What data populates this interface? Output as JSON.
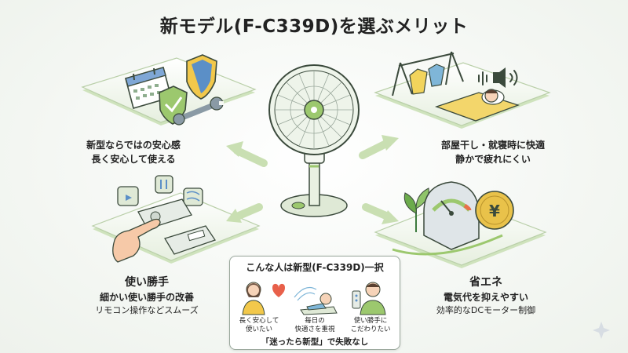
{
  "title": "新モデル(F-C339D)を選ぶメリット",
  "benefits": {
    "top_left": {
      "line1": "新型ならではの安心感",
      "line2": "長く安心して使える"
    },
    "top_right": {
      "line1": "部屋干し・就寝時に快適",
      "line2": "静かで疲れにくい"
    },
    "bottom_left": {
      "heading": "使い勝手",
      "line1": "細かい使い勝手の改善",
      "line2": "リモコン操作などスムーズ"
    },
    "bottom_right": {
      "heading": "省エネ",
      "line1": "電気代を抑えやすい",
      "line2": "効率的なDCモーター制御"
    }
  },
  "panel": {
    "title": "こんな人は新型(F-C339D)一択",
    "people": [
      {
        "line1": "長く安心して",
        "line2": "使いたい"
      },
      {
        "line1": "毎日の",
        "line2": "快適さを重視"
      },
      {
        "line1": "使い勝手に",
        "line2": "こだわりたい"
      }
    ],
    "footer": "「迷ったら新型」で失敗なし"
  },
  "icons": {
    "calendar": "calendar-icon",
    "shield": "shield-check-icon",
    "wrench": "wrench-icon",
    "fan": "electric-fan-icon",
    "laundry": "laundry-rack-icon",
    "sleeper": "sleeping-person-icon",
    "sound": "sound-wave-icon",
    "remote": "remote-control-icon",
    "plant": "plant-icon",
    "gauge": "meter-gauge-icon",
    "yen": "yen-coin-icon",
    "heart": "heart-icon"
  },
  "colors": {
    "accent_green": "#9cc86e",
    "platform": "#e9f1e2",
    "shield_yellow": "#f2c84b",
    "shield_blue": "#5b8fc7",
    "coin": "#e9c24a",
    "text": "#222222"
  }
}
